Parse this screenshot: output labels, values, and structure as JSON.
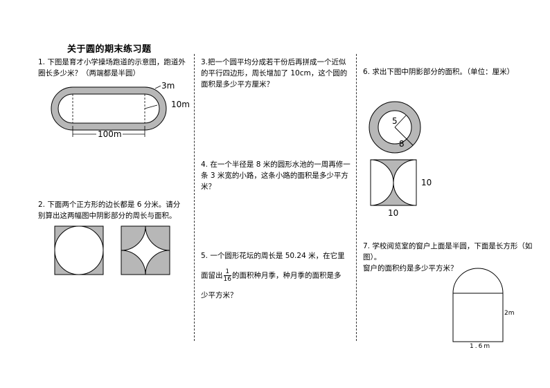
{
  "title": "关于圆的期末练习题",
  "q1": {
    "text": "1. 下图是育才小学操场跑道的示意图，跑道外圈长多少米？（两端都是半圆）",
    "label_width": "3m",
    "label_radius": "10m",
    "label_length": "100m"
  },
  "q2": {
    "text": "2. 下面两个正方形的边长都是 6 分米。请分别算出这两幅图中阴影部分的周长与面积。"
  },
  "q3": {
    "text": "3.把一个圆平均分成若干份后再拼成一个近似的平行四边形，周长增加了 10cm，这个圆的面积是多少平方厘米？"
  },
  "q4": {
    "text": "4. 在一个半径是 8 米的圆形水池的一周再修一条 3 米宽的小路，这条小路的面积是多少平方米？"
  },
  "q5": {
    "line1": "5. 一个圆形花坛的周长是 50.24 米，在它里",
    "line2_pre": "面留出",
    "frac_num": "1",
    "frac_den": "16",
    "line2_post": "的面积种月季，种月季的面积是多",
    "line3": "少平方米？"
  },
  "q6": {
    "text": "6. 求出下图中阴影部分的面积。（单位：厘米）",
    "label_inner": "5",
    "label_outer": "8",
    "label_side_right": "10",
    "label_side_bottom": "10"
  },
  "q7": {
    "line1": "7. 学校阅览室的窗户上面是半圆，下面是长方形（如图）。",
    "line2": "窗户的面积约是多少平方米？",
    "label_height": "2m",
    "label_width": "1.6m"
  },
  "colors": {
    "shade": "#b7b7b7",
    "line": "#000000"
  }
}
